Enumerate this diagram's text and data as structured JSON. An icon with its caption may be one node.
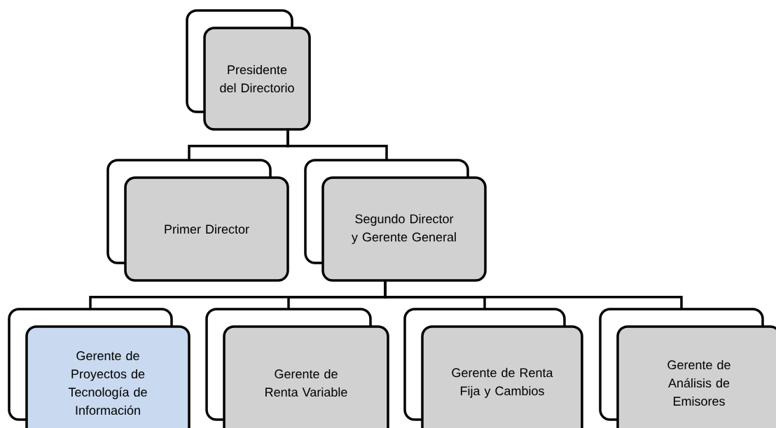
{
  "diagram": {
    "nodes": [
      {
        "text": [
          "Presidente del Directorio"
        ]
      },
      {
        "text": [
          "Primer Director"
        ]
      },
      {
        "text": [
          "Segundo Director y Gerente General"
        ]
      },
      {
        "text": [
          "Gerente de Proyectos de Tecnología de Información"
        ]
      },
      {
        "text": [
          "Gerente de Renta Variable"
        ]
      },
      {
        "text": [
          "Gerente de Renta Fija y Cambios"
        ]
      },
      {
        "text": [
          "Gerente de Análisis de Emisores"
        ]
      }
    ],
    "edges": [
      {
        "from": 0,
        "to": 1,
        "arrow": "none"
      },
      {
        "from": 0,
        "to": 2,
        "arrow": "none"
      },
      {
        "from": 2,
        "to": 3,
        "arrow": "none"
      },
      {
        "from": 2,
        "to": 4,
        "arrow": "none"
      },
      {
        "from": 2,
        "to": 5,
        "arrow": "none"
      },
      {
        "from": 2,
        "to": 6,
        "arrow": "none"
      }
    ]
  }
}
